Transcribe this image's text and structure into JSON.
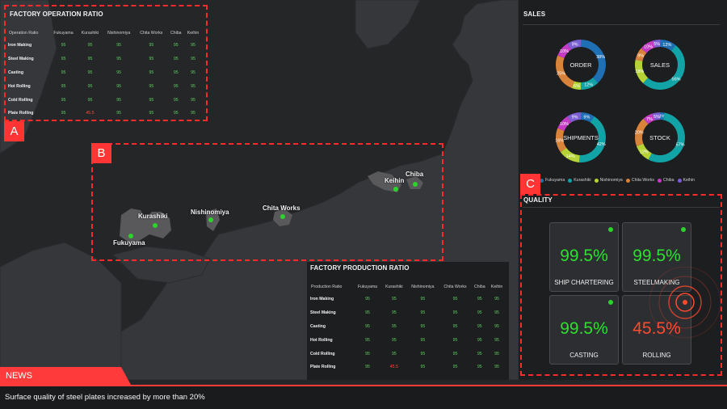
{
  "operation_table": {
    "title": "FACTORY OPERATION RATIO",
    "tag": "A",
    "columns": [
      "Operation Ratio",
      "Fukuyama",
      "Kurashiki",
      "Nishinomiya",
      "Chita Works",
      "Chiba",
      "Keihin"
    ],
    "rows": [
      [
        "Iron Making",
        "95",
        "95",
        "95",
        "95",
        "95",
        "95"
      ],
      [
        "Steel Making",
        "95",
        "95",
        "95",
        "95",
        "95",
        "95"
      ],
      [
        "Casting",
        "95",
        "95",
        "95",
        "95",
        "95",
        "95"
      ],
      [
        "Hot Rolling",
        "95",
        "95",
        "95",
        "95",
        "95",
        "95"
      ],
      [
        "Cold Rolling",
        "95",
        "95",
        "95",
        "95",
        "95",
        "95"
      ],
      [
        "Plate Rolling",
        "95",
        "45.5",
        "95",
        "95",
        "95",
        "95"
      ]
    ]
  },
  "map": {
    "tag": "B",
    "cities": [
      "Kurashiki",
      "Fukuyama",
      "Nishinomiya",
      "Chita Works",
      "Keihin",
      "Chiba"
    ]
  },
  "sales": {
    "title": "SALES",
    "colors": {
      "fukuyama": "#1f6fb5",
      "kurashiki": "#12a3a6",
      "nishinomiya": "#b5d334",
      "chita": "#d9823a",
      "chiba": "#c43bc4",
      "keihin": "#7b5fd3"
    },
    "donuts": [
      {
        "label": "ORDER",
        "values": [
          38,
          12,
          6,
          25,
          10,
          9
        ],
        "shown": [
          "38%",
          "12%",
          "6%",
          "25%",
          "10%",
          "9%"
        ]
      },
      {
        "label": "SALES",
        "values": [
          12,
          56,
          18,
          9,
          10,
          5
        ],
        "shown": [
          "12%",
          "56%",
          "18%",
          "9%",
          "10%",
          "5%"
        ]
      },
      {
        "label": "SHIPMENTS",
        "values": [
          9,
          42,
          14,
          16,
          10,
          9
        ],
        "shown": [
          "9%",
          "42%",
          "14%",
          "16%",
          "10%",
          "9%"
        ]
      },
      {
        "label": "STOCK",
        "values": [
          3,
          57,
          12,
          20,
          7,
          5
        ],
        "shown": [
          "3%",
          "57%",
          "12%",
          "20%",
          "7%",
          "5%"
        ]
      }
    ],
    "legend": [
      "Fukuyama",
      "Kurashiki",
      "Nishinomiya",
      "Chita Works",
      "Chiba",
      "Keihin"
    ]
  },
  "quality": {
    "title": "QUALITY",
    "tag": "C",
    "cards": [
      {
        "value": "99.5%",
        "label": "SHIP CHARTERING",
        "color": "#2ee02e"
      },
      {
        "value": "99.5%",
        "label": "STEELMAKING",
        "color": "#2ee02e"
      },
      {
        "value": "99.5%",
        "label": "CASTING",
        "color": "#2ee02e"
      },
      {
        "value": "45.5%",
        "label": "ROLLING",
        "color": "#ff4a2e"
      }
    ]
  },
  "production_table": {
    "title": "FACTORY PRODUCTION RATIO",
    "columns": [
      "Production Ratio",
      "Fukuyama",
      "Kurashiki",
      "Nishinomiya",
      "Chita Works",
      "Chiba",
      "Keihin"
    ],
    "rows": [
      [
        "Iron Making",
        "95",
        "95",
        "95",
        "95",
        "95",
        "95"
      ],
      [
        "Steel Making",
        "95",
        "95",
        "95",
        "95",
        "95",
        "95"
      ],
      [
        "Casting",
        "95",
        "95",
        "95",
        "95",
        "95",
        "95"
      ],
      [
        "Hot Rolling",
        "95",
        "95",
        "95",
        "95",
        "95",
        "95"
      ],
      [
        "Cold Rolling",
        "95",
        "95",
        "95",
        "95",
        "95",
        "95"
      ],
      [
        "Plate Rolling",
        "95",
        "45.5",
        "95",
        "95",
        "95",
        "95"
      ]
    ]
  },
  "news": {
    "label": "NEWS",
    "headline": "Surface quality of steel plates increased by more than 20%"
  }
}
